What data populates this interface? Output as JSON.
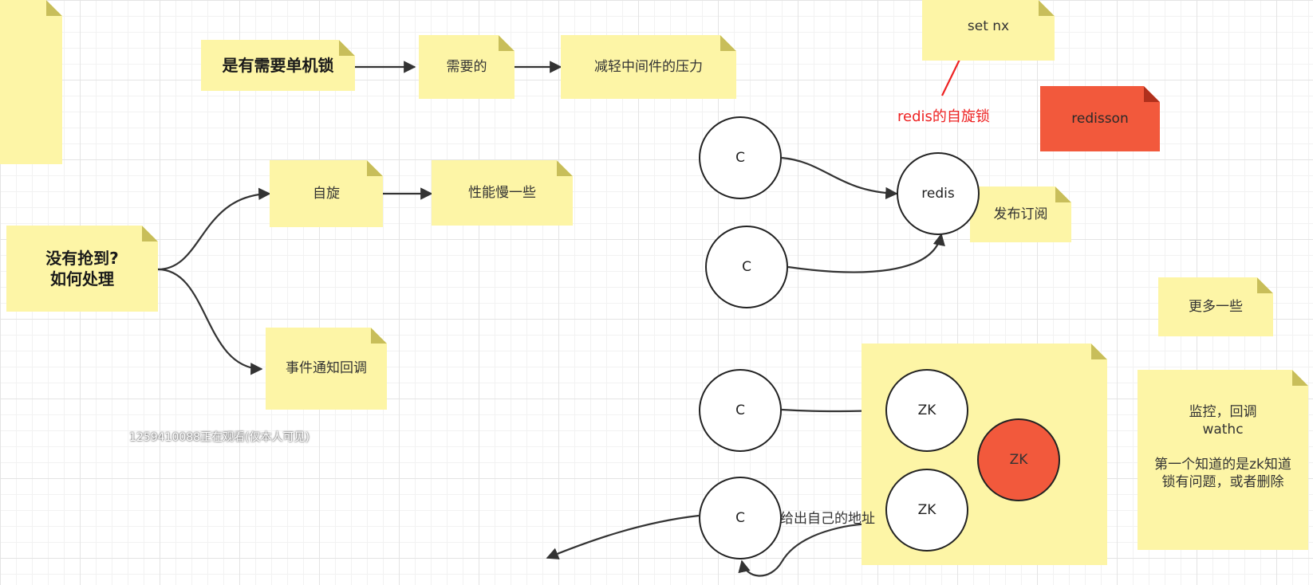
{
  "notes": {
    "need_single_lock": "是有需要单机锁",
    "needed": "需要的",
    "reduce_pressure": "减轻中间件的压力",
    "set_nx": "set nx",
    "redisson": "redisson",
    "not_acquired": "没有抢到?\n如何处理",
    "spin": "自旋",
    "slower": "性能慢一些",
    "event_callback": "事件通知回调",
    "pubsub": "发布订阅",
    "more": "更多一些",
    "watch_note": "监控，回调\nwathc\n\n第一个知道的是zk知道锁有问题，或者删除"
  },
  "nodes": {
    "client": "C",
    "redis": "redis",
    "zk": "ZK"
  },
  "labels": {
    "redis_spin_lock": "redis的自旋锁",
    "give_address": "给出自己的地址",
    "watermark": "1259410088正在观看(仅本人可见)"
  },
  "colors": {
    "note_yellow": "#fdf5a6",
    "note_red": "#f2593c",
    "arrow_red": "#ee2222",
    "line": "#333333"
  }
}
